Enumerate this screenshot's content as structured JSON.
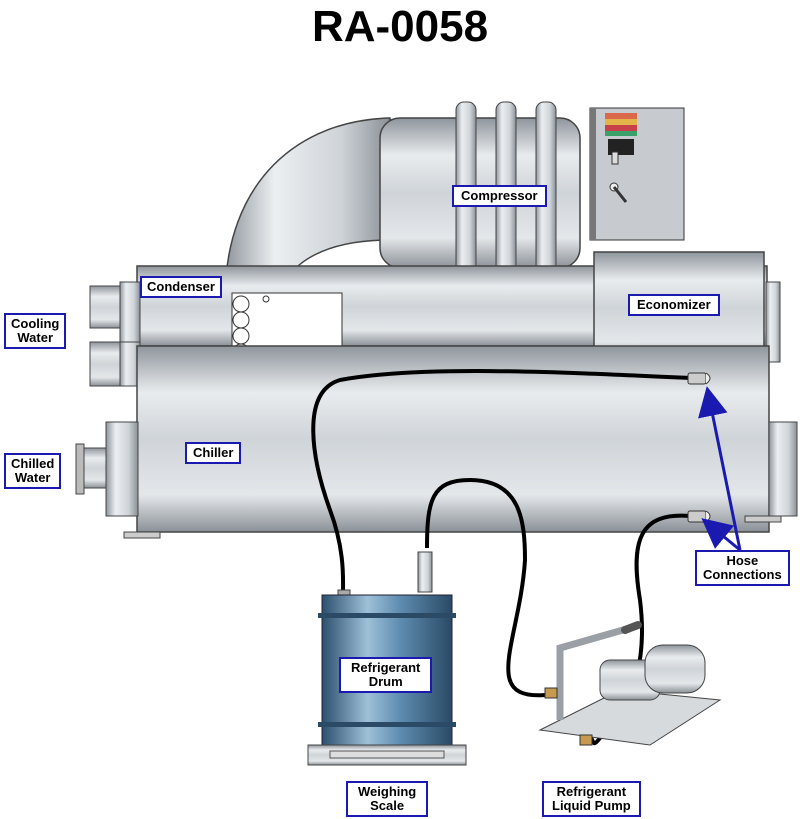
{
  "title": "RA-0058",
  "labels": {
    "condenser": "Condenser",
    "compressor": "Compressor",
    "economizer": "Economizer",
    "chiller": "Chiller",
    "cooling_water": [
      "Cooling",
      "Water"
    ],
    "chilled_water": [
      "Chilled",
      "Water"
    ],
    "hose_connections": [
      "Hose",
      "Connections"
    ],
    "refrigerant_drum": [
      "Refrigerant",
      "Drum"
    ],
    "weighing_scale": [
      "Weighing",
      "Scale"
    ],
    "refrigerant_liquid_pump": [
      "Refrigerant",
      "Liquid Pump"
    ]
  },
  "colors": {
    "label_border": "#1a1ab0",
    "arrow": "#1a1ab0",
    "drum": "#4f7fa6",
    "metal": "#c8cdd2",
    "hose": "#000000"
  }
}
